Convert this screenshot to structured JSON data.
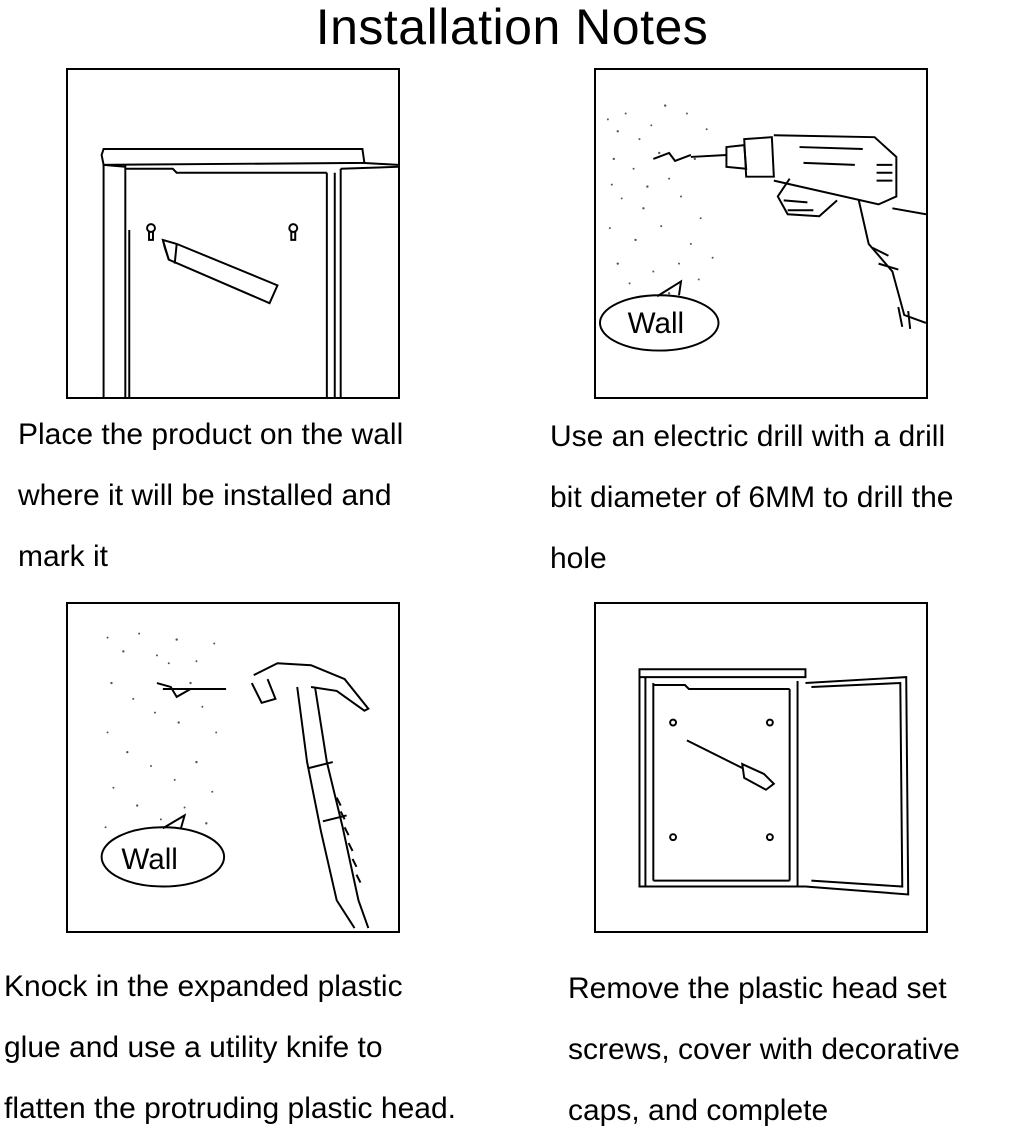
{
  "title": "Installation Notes",
  "steps": [
    {
      "lines": [
        "Place the product on the wall",
        "where it will be installed and",
        "mark it"
      ],
      "illustration": "cabinet-marking-pen"
    },
    {
      "lines": [
        "Use an electric drill with a drill",
        "bit diameter of 6MM to drill the",
        "hole"
      ],
      "illustration": "electric-drill",
      "bubble_label": "Wall"
    },
    {
      "lines": [
        "Knock in the expanded plastic",
        "glue and use a utility knife to",
        "flatten the protruding plastic head."
      ],
      "illustration": "claw-hammer",
      "bubble_label": "Wall"
    },
    {
      "lines": [
        "Remove the plastic head set",
        "screws, cover with decorative",
        "caps, and complete"
      ],
      "illustration": "open-cabinet-screwdriver"
    }
  ]
}
